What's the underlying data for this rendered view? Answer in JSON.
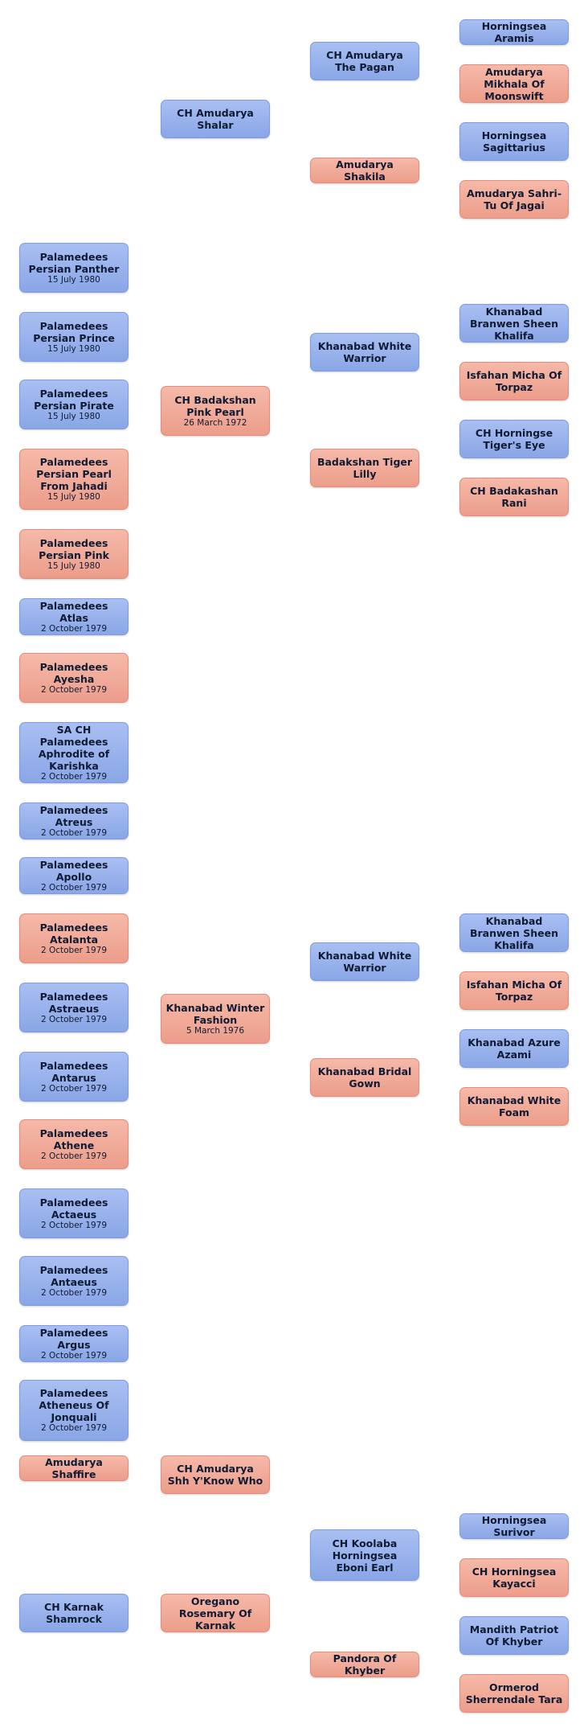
{
  "nodes": [
    {
      "id": "n1",
      "name": "Horningsea Aramis",
      "date": "",
      "sex": "male"
    },
    {
      "id": "n2",
      "name": "CH Amudarya The Pagan",
      "date": "",
      "sex": "male"
    },
    {
      "id": "n3",
      "name": "Amudarya Mikhala Of Moonswift",
      "date": "",
      "sex": "female"
    },
    {
      "id": "n4",
      "name": "CH Amudarya Shalar",
      "date": "",
      "sex": "male"
    },
    {
      "id": "n5",
      "name": "Horningsea Sagittarius",
      "date": "",
      "sex": "male"
    },
    {
      "id": "n6",
      "name": "Amudarya Shakila",
      "date": "",
      "sex": "female"
    },
    {
      "id": "n7",
      "name": "Amudarya Sahri-Tu Of Jagai",
      "date": "",
      "sex": "female"
    },
    {
      "id": "n8",
      "name": "Palamedees Persian Panther",
      "date": "15 July 1980",
      "sex": "male"
    },
    {
      "id": "n9",
      "name": "Khanabad Branwen Sheen Khalifa",
      "date": "",
      "sex": "male"
    },
    {
      "id": "n10",
      "name": "Palamedees Persian Prince",
      "date": "15 July 1980",
      "sex": "male"
    },
    {
      "id": "n11",
      "name": "Khanabad White Warrior",
      "date": "",
      "sex": "male"
    },
    {
      "id": "n12",
      "name": "Isfahan Micha Of Torpaz",
      "date": "",
      "sex": "female"
    },
    {
      "id": "n13",
      "name": "Palamedees Persian Pirate",
      "date": "15 July 1980",
      "sex": "male"
    },
    {
      "id": "n14",
      "name": "CH Badakshan Pink Pearl",
      "date": "26 March 1972",
      "sex": "female"
    },
    {
      "id": "n15",
      "name": "CH Horningse Tiger's Eye",
      "date": "",
      "sex": "male"
    },
    {
      "id": "n16",
      "name": "Palamedees Persian Pearl From Jahadi",
      "date": "15 July 1980",
      "sex": "female"
    },
    {
      "id": "n17",
      "name": "Badakshan Tiger Lilly",
      "date": "",
      "sex": "female"
    },
    {
      "id": "n18",
      "name": "CH Badakashan Rani",
      "date": "",
      "sex": "female"
    },
    {
      "id": "n19",
      "name": "Palamedees Persian Pink",
      "date": "15 July 1980",
      "sex": "female"
    },
    {
      "id": "n20",
      "name": "Palamedees Atlas",
      "date": "2 October 1979",
      "sex": "male"
    },
    {
      "id": "n21",
      "name": "Palamedees Ayesha",
      "date": "2 October 1979",
      "sex": "female"
    },
    {
      "id": "n22",
      "name": "SA CH Palamedees Aphrodite of Karishka",
      "date": "2 October 1979",
      "sex": "male"
    },
    {
      "id": "n23",
      "name": "Palamedees Atreus",
      "date": "2 October 1979",
      "sex": "male"
    },
    {
      "id": "n24",
      "name": "Palamedees Apollo",
      "date": "2 October 1979",
      "sex": "male"
    },
    {
      "id": "n25",
      "name": "Palamedees Atalanta",
      "date": "2 October 1979",
      "sex": "female"
    },
    {
      "id": "n26",
      "name": "Khanabad Branwen Sheen Khalifa",
      "date": "",
      "sex": "male"
    },
    {
      "id": "n27",
      "name": "Khanabad White Warrior",
      "date": "",
      "sex": "male"
    },
    {
      "id": "n28",
      "name": "Isfahan Micha Of Torpaz",
      "date": "",
      "sex": "female"
    },
    {
      "id": "n29",
      "name": "Palamedees Astraeus",
      "date": "2 October 1979",
      "sex": "male"
    },
    {
      "id": "n30",
      "name": "Khanabad Winter Fashion",
      "date": "5 March 1976",
      "sex": "female"
    },
    {
      "id": "n31",
      "name": "Khanabad Azure Azami",
      "date": "",
      "sex": "male"
    },
    {
      "id": "n32",
      "name": "Palamedees Antarus",
      "date": "2 October 1979",
      "sex": "male"
    },
    {
      "id": "n33",
      "name": "Khanabad Bridal Gown",
      "date": "",
      "sex": "female"
    },
    {
      "id": "n34",
      "name": "Khanabad White Foam",
      "date": "",
      "sex": "female"
    },
    {
      "id": "n35",
      "name": "Palamedees Athene",
      "date": "2 October 1979",
      "sex": "female"
    },
    {
      "id": "n36",
      "name": "Palamedees Actaeus",
      "date": "2 October 1979",
      "sex": "male"
    },
    {
      "id": "n37",
      "name": "Palamedees Antaeus",
      "date": "2 October 1979",
      "sex": "male"
    },
    {
      "id": "n38",
      "name": "Palamedees Argus",
      "date": "2 October 1979",
      "sex": "male"
    },
    {
      "id": "n39",
      "name": "Palamedees Atheneus Of Jonquali",
      "date": "2 October 1979",
      "sex": "male"
    },
    {
      "id": "n40",
      "name": "Amudarya Shaffire",
      "date": "",
      "sex": "female"
    },
    {
      "id": "n41",
      "name": "CH Amudarya Shh Y'Know Who",
      "date": "",
      "sex": "female"
    },
    {
      "id": "n42",
      "name": "Horningsea Surivor",
      "date": "",
      "sex": "male"
    },
    {
      "id": "n43",
      "name": "CH Koolaba Horningsea Eboni Earl",
      "date": "",
      "sex": "male"
    },
    {
      "id": "n44",
      "name": "CH Horningsea Kayacci",
      "date": "",
      "sex": "female"
    },
    {
      "id": "n45",
      "name": "CH Karnak Shamrock",
      "date": "",
      "sex": "male"
    },
    {
      "id": "n46",
      "name": "Oregano Rosemary Of Karnak",
      "date": "",
      "sex": "female"
    },
    {
      "id": "n47",
      "name": "Mandith Patriot Of Khyber",
      "date": "",
      "sex": "male"
    },
    {
      "id": "n48",
      "name": "Pandora Of Khyber",
      "date": "",
      "sex": "female"
    },
    {
      "id": "n49",
      "name": "Ormerod Sherrendale Tara",
      "date": "",
      "sex": "female"
    }
  ]
}
